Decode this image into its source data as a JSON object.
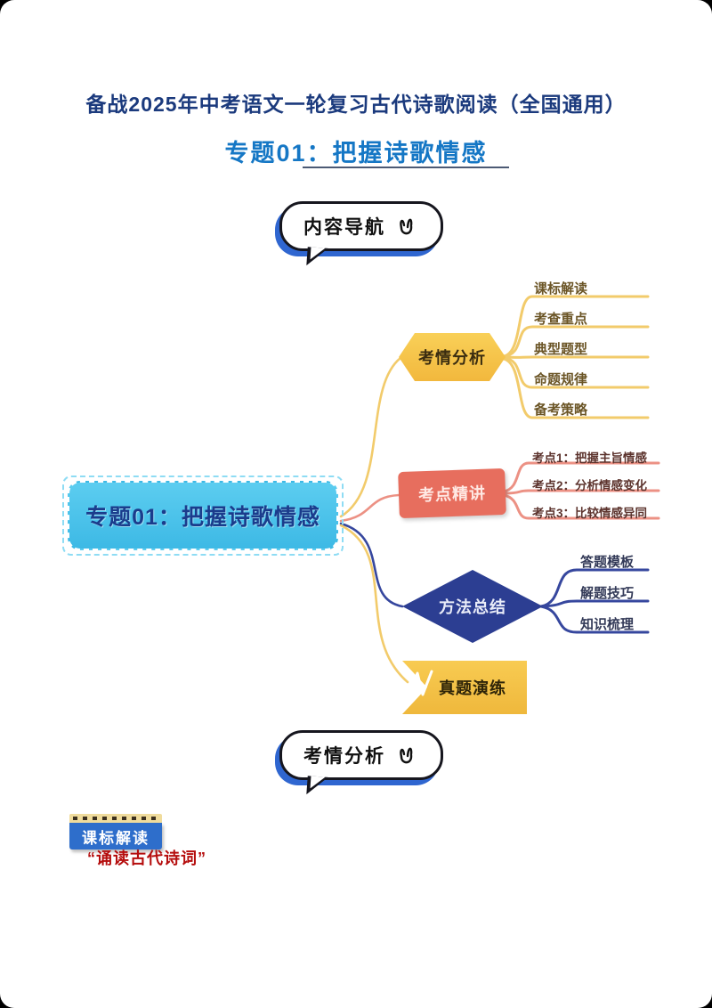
{
  "header": {
    "title_line1": "备战2025年中考语文一轮复习古代诗歌阅读（全国通用）",
    "title_line2": "专题01：把握诗歌情感"
  },
  "bubbles": {
    "top_label": "内容导航",
    "bottom_label": "考情分析"
  },
  "mindmap": {
    "center_label": "专题01：把握诗歌情感",
    "branches": [
      {
        "label": "考情分析",
        "shape": "hexagon",
        "color": "#f2b83d",
        "children": [
          "课标解读",
          "考查重点",
          "典型题型",
          "命题规律",
          "备考策略"
        ]
      },
      {
        "label": "考点精讲",
        "shape": "rect",
        "color": "#e76e5e",
        "children": [
          "考点1：把握主旨情感",
          "考点2：分析情感变化",
          "考点3：比较情感异同"
        ]
      },
      {
        "label": "方法总结",
        "shape": "diamond",
        "color": "#2c3e92",
        "children": [
          "答题模板",
          "解题技巧",
          "知识梳理"
        ]
      },
      {
        "label": "真题演练",
        "shape": "flag",
        "color": "#efb83c",
        "children": []
      }
    ]
  },
  "section": {
    "badge_label": "课标解读",
    "quote": "“诵读古代诗词”"
  },
  "colors": {
    "title_navy": "#1b3a7d",
    "title_blue": "#1577c5",
    "center_fill": "#45c2ea",
    "branch_yellow": "#f2cb6b",
    "branch_salmon": "#ec9184",
    "branch_navy": "#36479e",
    "bubble_shadow_blue": "#2f66d0",
    "badge_blue": "#2e6ecb",
    "quote_red": "#b50d0d"
  }
}
